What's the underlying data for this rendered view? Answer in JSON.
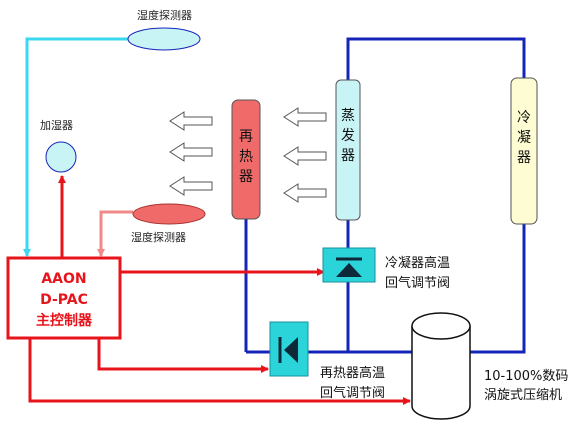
{
  "components": {
    "humidity_sensor_top": {
      "label": "湿度探测器"
    },
    "humidifier": {
      "label": "加湿器"
    },
    "humidity_sensor_bottom": {
      "label": "湿度探测器"
    },
    "reheater": {
      "chars": [
        "再",
        "热",
        "器"
      ]
    },
    "evaporator": {
      "chars": [
        "蒸",
        "发",
        "器"
      ]
    },
    "condenser": {
      "chars": [
        "冷",
        "凝",
        "器"
      ]
    },
    "controller": {
      "line1": "AAON",
      "line2": "D-PAC",
      "line3": "主控制器"
    },
    "condenser_valve": {
      "line1": "冷凝器高温",
      "line2": "回气调节阀"
    },
    "reheater_valve": {
      "line1": "再热器高温",
      "line2": "回气调节阀"
    },
    "compressor": {
      "line1": "10-100%数码",
      "line2": "涡旋式压缩机"
    }
  },
  "colors": {
    "refrigerant_line": "#1524b8",
    "control_line": "#e8141c",
    "sensor_line_top": "#3ad8f0",
    "sensor_line_bottom": "#f08a8a",
    "reheater_fill": "#f06a6a",
    "evaporator_fill": "#c8f4f6",
    "condenser_fill": "#fdfcd2",
    "valve_fill": "#2ad4d8"
  }
}
